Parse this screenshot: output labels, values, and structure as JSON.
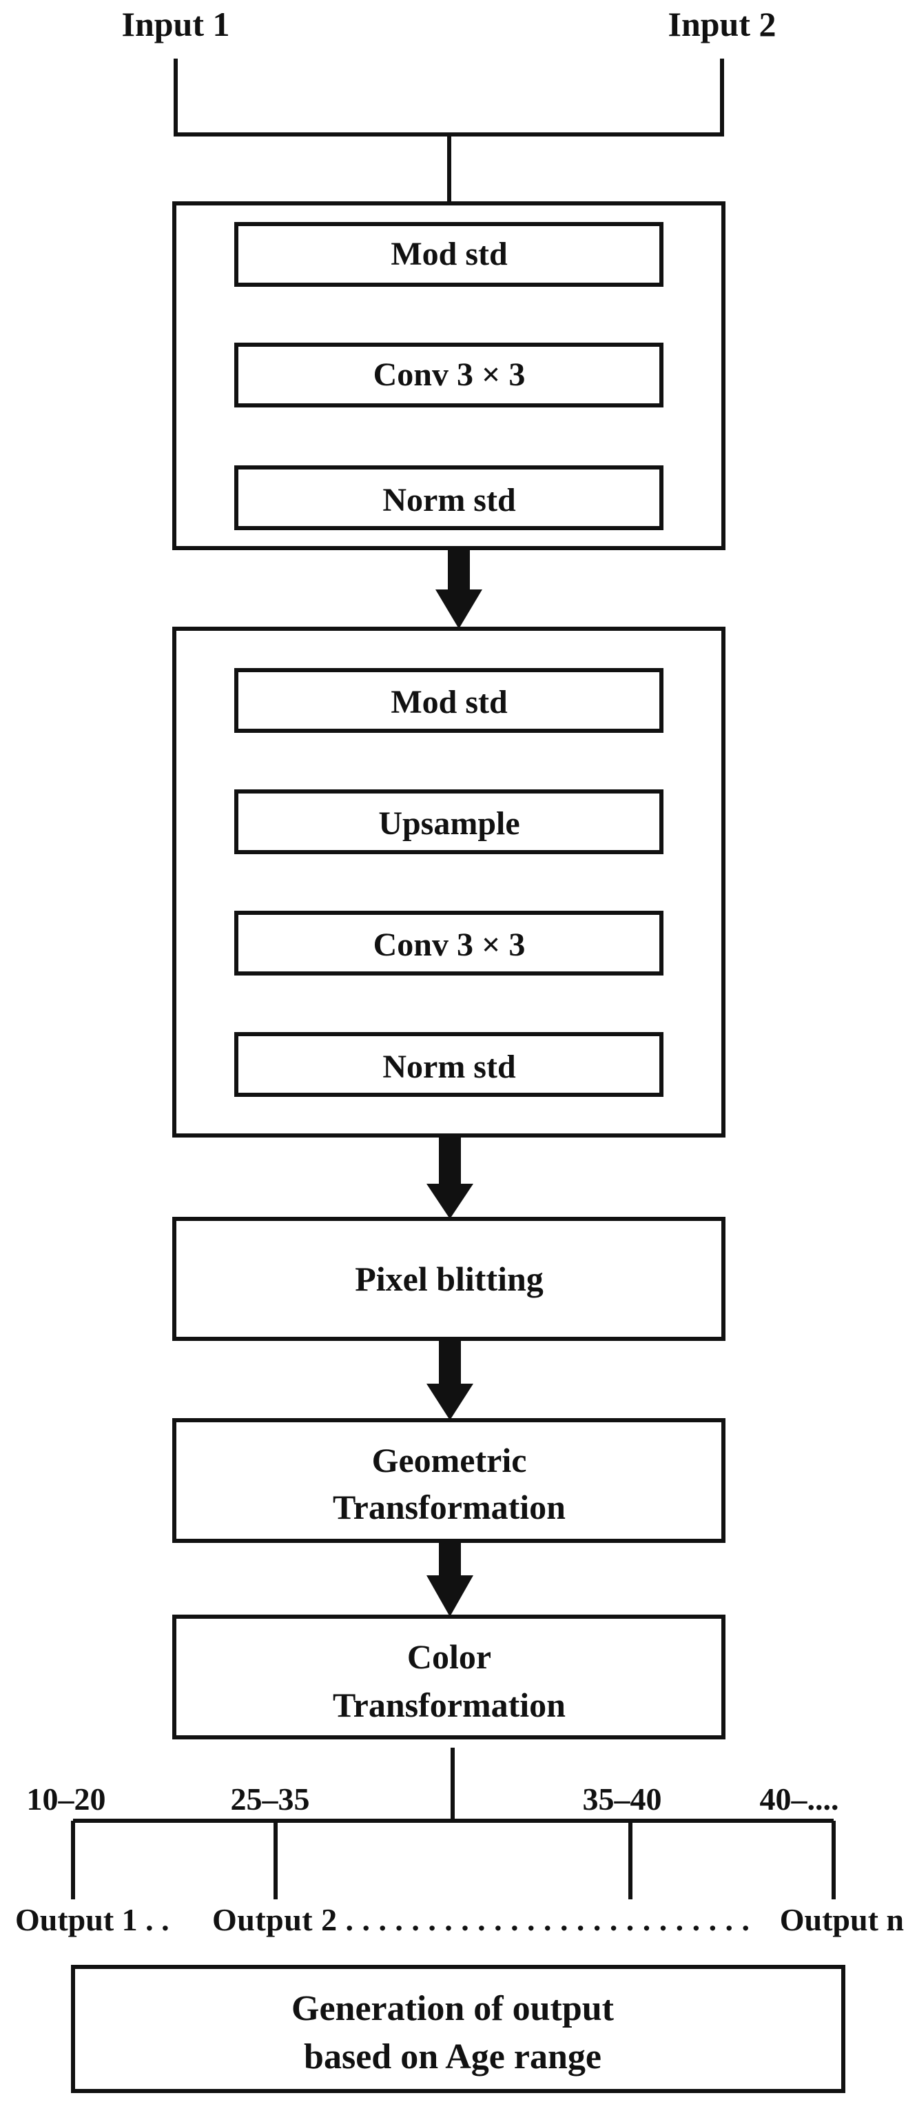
{
  "inputs": {
    "input1": "Input 1",
    "input2": "Input 2"
  },
  "block1": {
    "mod": "Mod std",
    "conv": "Conv 3 × 3",
    "norm": "Norm std"
  },
  "block2": {
    "mod": "Mod std",
    "upsample": "Upsample",
    "conv": "Conv 3 × 3",
    "norm": "Norm std"
  },
  "pixel_blitting": "Pixel blitting",
  "geometric": {
    "line1": "Geometric",
    "line2": "Transformation"
  },
  "color": {
    "line1": "Color",
    "line2": "Transformation"
  },
  "age_ranges": [
    "10–20",
    "25–35",
    "35–40",
    "40–...."
  ],
  "outputs": {
    "output1": "Output 1 . .",
    "output2": "Output 2 . . . . . . . . . . . . . . . . . . . . . . . . .",
    "outputn": "Output n"
  },
  "generation": {
    "line1": "Generation of output",
    "line2": "based on Age range"
  }
}
